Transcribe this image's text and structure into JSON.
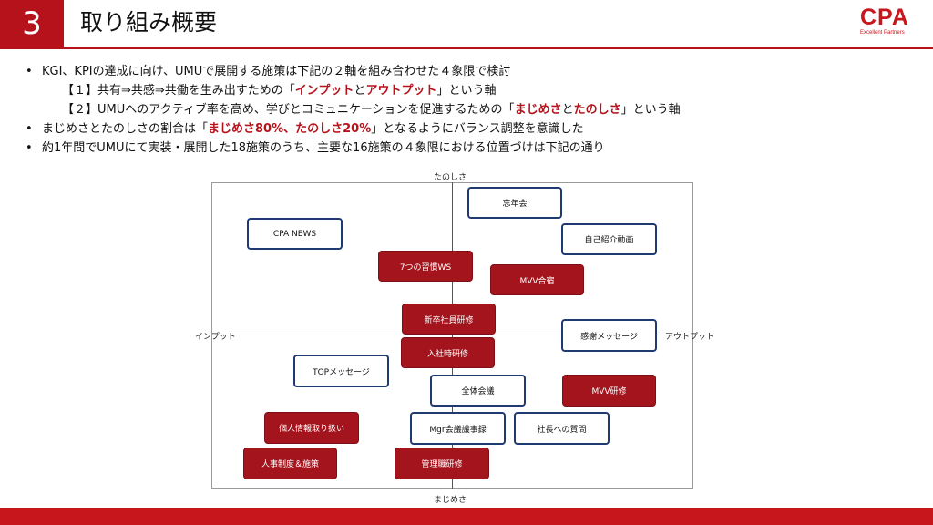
{
  "header": {
    "section_number": "3",
    "title": "取り組み概要",
    "logo_text": "CPA",
    "logo_subtext": "Excellent Partners"
  },
  "bullets": [
    {
      "text": "KGI、KPIの達成に向け、UMUで展開する施策は下記の２軸を組み合わせた４象限で検討"
    },
    {
      "pre": "【１】共有⇒共感⇒共働を生み出すための「",
      "hl1": "インプット",
      "mid": "と",
      "hl2": "アウトプット",
      "post": "」という軸"
    },
    {
      "pre": "【２】UMUへのアクティブ率を高め、学びとコミュニケーションを促進するための「",
      "hl1": "まじめさ",
      "mid": "と",
      "hl2": "たのしさ",
      "post": "」という軸"
    },
    {
      "pre": "まじめさとたのしさの割合は「",
      "hl": "まじめさ80%、たのしさ20%",
      "post": "」となるようにバランス調整を意識した"
    },
    {
      "text": "約1年間でUMUにて実装・展開した18施策のうち、主要な16施策の４象限における位置づけは下記の通り"
    }
  ],
  "matrix": {
    "axis_top": "たのしさ",
    "axis_bottom": "まじめさ",
    "axis_left": "インプット",
    "axis_right": "アウトプット",
    "items": [
      {
        "label": "忘年会"
      },
      {
        "label": "CPA NEWS"
      },
      {
        "label": "自己紹介動画"
      },
      {
        "label": "7つの習慣WS"
      },
      {
        "label": "MVV合宿"
      },
      {
        "label": "新卒社員研修"
      },
      {
        "label": "感謝メッセージ"
      },
      {
        "label": "入社時研修"
      },
      {
        "label": "TOPメッセージ"
      },
      {
        "label": "全体会議"
      },
      {
        "label": "MVV研修"
      },
      {
        "label": "個人情報取り扱い"
      },
      {
        "label": "Mgr会議議事録"
      },
      {
        "label": "社長への質問"
      },
      {
        "label": "人事制度＆施策"
      },
      {
        "label": "管理職研修"
      }
    ]
  },
  "colors": {
    "accent_red": "#b5121b",
    "outline_blue": "#1f3a70",
    "filled_red": "#a3141d"
  }
}
